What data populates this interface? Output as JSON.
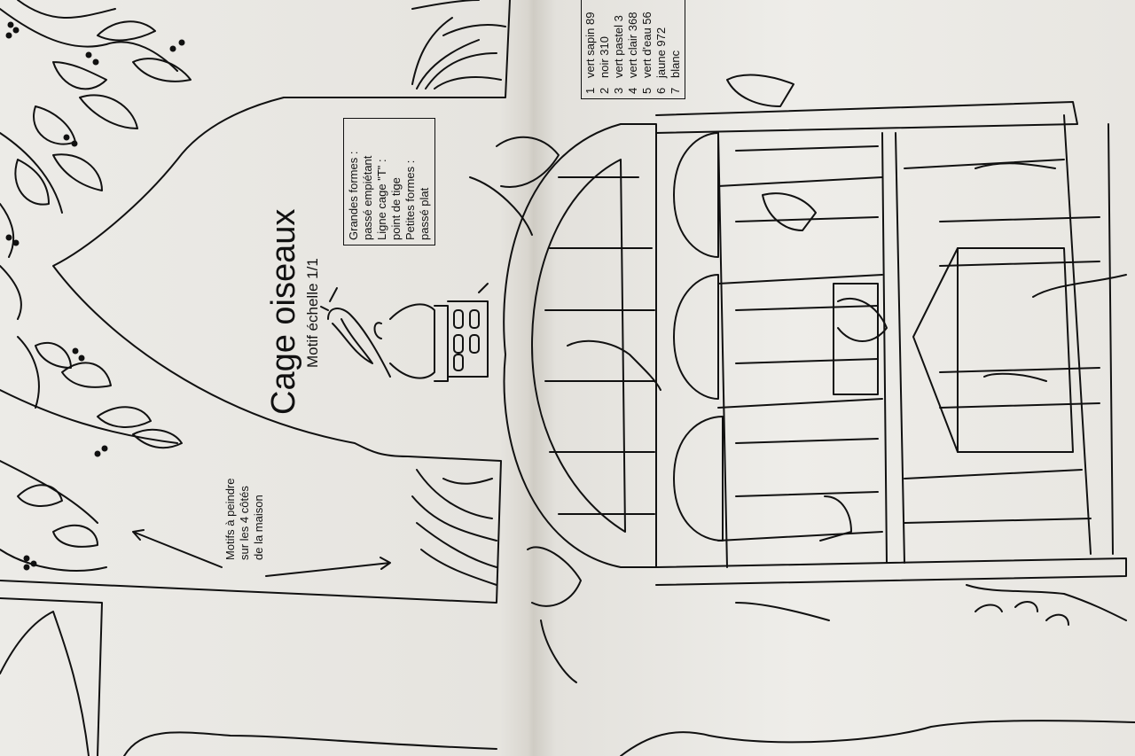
{
  "page": {
    "title": "Cage oiseaux",
    "subtitle": "Motif échelle 1/1"
  },
  "instructions": [
    "Grandes formes :",
    "passé empiétant",
    "Ligne cage \"T\" :",
    "point de tige",
    "Petites formes :",
    "passé plat"
  ],
  "legend": [
    {
      "num": "1",
      "label": "vert sapin 89"
    },
    {
      "num": "2",
      "label": "noir 310"
    },
    {
      "num": "3",
      "label": "vert pastel 3"
    },
    {
      "num": "4",
      "label": "vert clair 368"
    },
    {
      "num": "5",
      "label": "vert d'eau 56"
    },
    {
      "num": "6",
      "label": "jaune 972"
    },
    {
      "num": "7",
      "label": "blanc"
    }
  ],
  "note": [
    "Motifs à peindre",
    "sur les 4 côtés",
    "de la maison"
  ],
  "colors": {
    "ink": "#111111",
    "paper": "#ecebe7",
    "fold_shadow": "#cfccc4"
  }
}
